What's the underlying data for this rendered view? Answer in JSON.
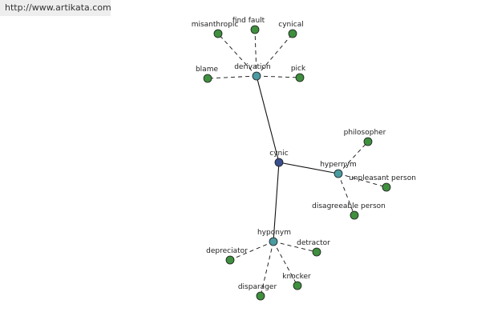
{
  "banner": {
    "url": "http://www.artikata.com"
  },
  "colors": {
    "center": "#3a4f8e",
    "category": "#4b9aa0",
    "leaf": "#3f8f3f",
    "edge": "#111111",
    "node_stroke": "#1a1a1a"
  },
  "graph": {
    "nodes": [
      {
        "id": "cynic",
        "label": "cynic",
        "kind": "center"
      },
      {
        "id": "derivation",
        "label": "derivation",
        "kind": "category"
      },
      {
        "id": "hypernym",
        "label": "hypernym",
        "kind": "category"
      },
      {
        "id": "hyponym",
        "label": "hyponym",
        "kind": "category"
      },
      {
        "id": "misanthropic",
        "label": "misanthropic",
        "kind": "leaf"
      },
      {
        "id": "find-fault",
        "label": "find fault",
        "kind": "leaf"
      },
      {
        "id": "cynical",
        "label": "cynical",
        "kind": "leaf"
      },
      {
        "id": "blame",
        "label": "blame",
        "kind": "leaf"
      },
      {
        "id": "pick",
        "label": "pick",
        "kind": "leaf"
      },
      {
        "id": "philosopher",
        "label": "philosopher",
        "kind": "leaf"
      },
      {
        "id": "unpleasant-person",
        "label": "unpleasant person",
        "kind": "leaf"
      },
      {
        "id": "disagreeable-person",
        "label": "disagreeable person",
        "kind": "leaf"
      },
      {
        "id": "depreciator",
        "label": "depreciator",
        "kind": "leaf"
      },
      {
        "id": "detractor",
        "label": "detractor",
        "kind": "leaf"
      },
      {
        "id": "knocker",
        "label": "knocker",
        "kind": "leaf"
      },
      {
        "id": "disparager",
        "label": "disparager",
        "kind": "leaf"
      }
    ],
    "edges": [
      {
        "from": "cynic",
        "to": "derivation",
        "style": "solid"
      },
      {
        "from": "cynic",
        "to": "hypernym",
        "style": "solid"
      },
      {
        "from": "cynic",
        "to": "hyponym",
        "style": "solid"
      },
      {
        "from": "derivation",
        "to": "misanthropic",
        "style": "dashed"
      },
      {
        "from": "derivation",
        "to": "find-fault",
        "style": "dashed"
      },
      {
        "from": "derivation",
        "to": "cynical",
        "style": "dashed"
      },
      {
        "from": "derivation",
        "to": "blame",
        "style": "dashed"
      },
      {
        "from": "derivation",
        "to": "pick",
        "style": "dashed"
      },
      {
        "from": "hypernym",
        "to": "philosopher",
        "style": "dashed"
      },
      {
        "from": "hypernym",
        "to": "unpleasant-person",
        "style": "dashed"
      },
      {
        "from": "hypernym",
        "to": "disagreeable-person",
        "style": "dashed"
      },
      {
        "from": "hyponym",
        "to": "depreciator",
        "style": "dashed"
      },
      {
        "from": "hyponym",
        "to": "detractor",
        "style": "dashed"
      },
      {
        "from": "hyponym",
        "to": "knocker",
        "style": "dashed"
      },
      {
        "from": "hyponym",
        "to": "disparager",
        "style": "dashed"
      }
    ]
  }
}
